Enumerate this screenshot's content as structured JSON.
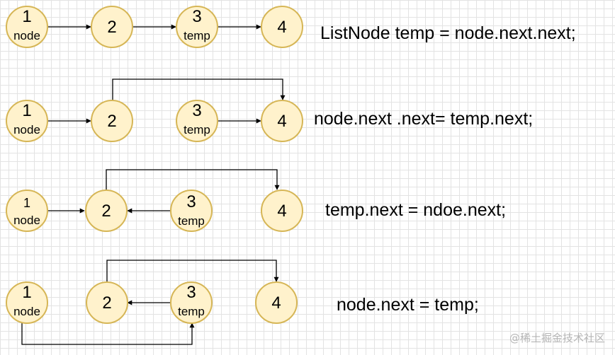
{
  "rows": [
    {
      "code": "ListNode temp = node.next.next;",
      "nodes": [
        {
          "num": "1",
          "sub": "node"
        },
        {
          "num": "2",
          "sub": ""
        },
        {
          "num": "3",
          "sub": "temp"
        },
        {
          "num": "4",
          "sub": ""
        }
      ]
    },
    {
      "code": "node.next .next= temp.next;",
      "nodes": [
        {
          "num": "1",
          "sub": "node"
        },
        {
          "num": "2",
          "sub": ""
        },
        {
          "num": "3",
          "sub": "temp"
        },
        {
          "num": "4",
          "sub": ""
        }
      ]
    },
    {
      "code": "temp.next = ndoe.next;",
      "nodes": [
        {
          "num": "1",
          "sub": "node"
        },
        {
          "num": "2",
          "sub": ""
        },
        {
          "num": "3",
          "sub": "temp"
        },
        {
          "num": "4",
          "sub": ""
        }
      ]
    },
    {
      "code": "node.next = temp;",
      "nodes": [
        {
          "num": "1",
          "sub": "node"
        },
        {
          "num": "2",
          "sub": ""
        },
        {
          "num": "3",
          "sub": "temp"
        },
        {
          "num": "4",
          "sub": ""
        }
      ]
    }
  ],
  "watermark": "@稀土掘金技术社区",
  "colors": {
    "node_fill": "#fff2cc",
    "node_stroke": "#d6b656",
    "grid": "#e3e3e3"
  }
}
